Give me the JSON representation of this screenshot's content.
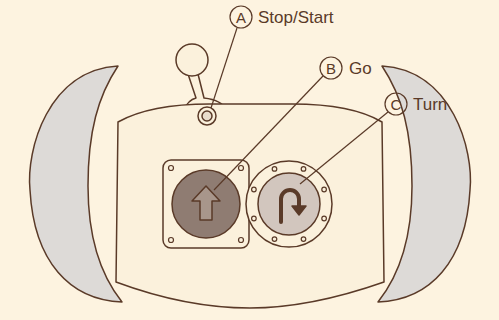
{
  "diagram": {
    "labels": [
      "A",
      "Stop/Start",
      "B",
      "Go",
      "C",
      "Turn"
    ]
  }
}
